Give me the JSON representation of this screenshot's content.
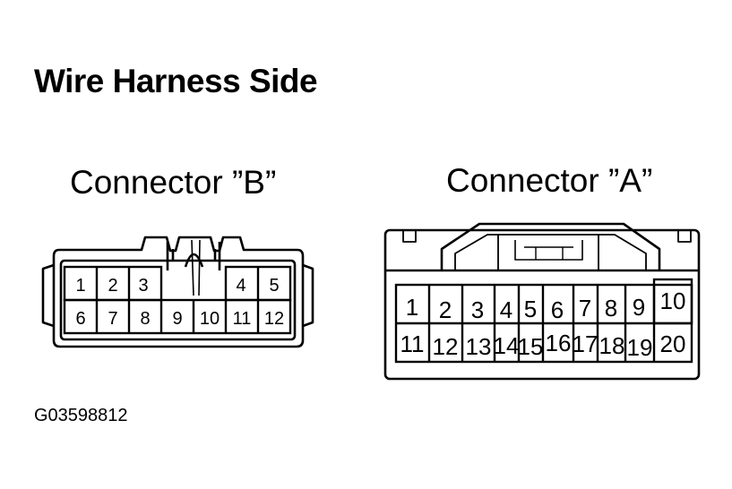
{
  "title": "Wire Harness Side",
  "figure_id": "G03598812",
  "connector_b": {
    "label": "Connector ”B”",
    "pins_top": [
      "1",
      "2",
      "3",
      "4",
      "5"
    ],
    "pins_bottom": [
      "6",
      "7",
      "8",
      "9",
      "10",
      "11",
      "12"
    ]
  },
  "connector_a": {
    "label": "Connector ”A”",
    "pins_top": [
      "1",
      "2",
      "3",
      "4",
      "5",
      "6",
      "7",
      "8",
      "9",
      "10"
    ],
    "pins_bottom": [
      "11",
      "12",
      "13",
      "14",
      "15",
      "16",
      "17",
      "18",
      "19",
      "20"
    ]
  }
}
